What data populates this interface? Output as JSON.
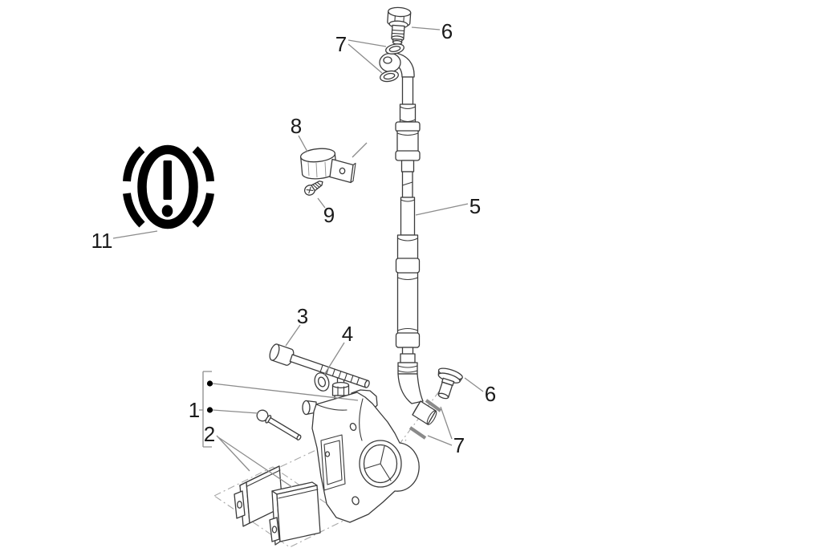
{
  "diagram": {
    "type": "exploded-parts-diagram",
    "subject": "front brake caliper, pads and brake hose assembly",
    "background": "#ffffff",
    "colors": {
      "outline": "#3b3b3b",
      "leader": "#8c8c8c",
      "guide": "#a8a8a8",
      "label": "#1a1a1a",
      "symbol": "#000000",
      "washer_edge": "#8a8a8a"
    },
    "labels": [
      {
        "id": "callout-6-top",
        "text": "6"
      },
      {
        "id": "callout-7-top",
        "text": "7"
      },
      {
        "id": "callout-8",
        "text": "8"
      },
      {
        "id": "callout-9",
        "text": "9"
      },
      {
        "id": "callout-11",
        "text": "11"
      },
      {
        "id": "callout-5",
        "text": "5"
      },
      {
        "id": "callout-3",
        "text": "3"
      },
      {
        "id": "callout-4",
        "text": "4"
      },
      {
        "id": "callout-1",
        "text": "1"
      },
      {
        "id": "callout-2",
        "text": "2"
      },
      {
        "id": "callout-6-right",
        "text": "6"
      },
      {
        "id": "callout-7-bottom",
        "text": "7"
      }
    ],
    "parts": [
      {
        "number": "1",
        "name": "brake-caliper-assembly"
      },
      {
        "number": "2",
        "name": "brake-pad-pair"
      },
      {
        "number": "3",
        "name": "caliper-mounting-bolt"
      },
      {
        "number": "4",
        "name": "washer"
      },
      {
        "number": "5",
        "name": "brake-hose"
      },
      {
        "number": "6",
        "name": "banjo-bolt"
      },
      {
        "number": "7",
        "name": "sealing-washer"
      },
      {
        "number": "8",
        "name": "hose-clamp"
      },
      {
        "number": "9",
        "name": "clamp-screw"
      },
      {
        "number": "11",
        "name": "brake-warning-symbol"
      }
    ]
  }
}
